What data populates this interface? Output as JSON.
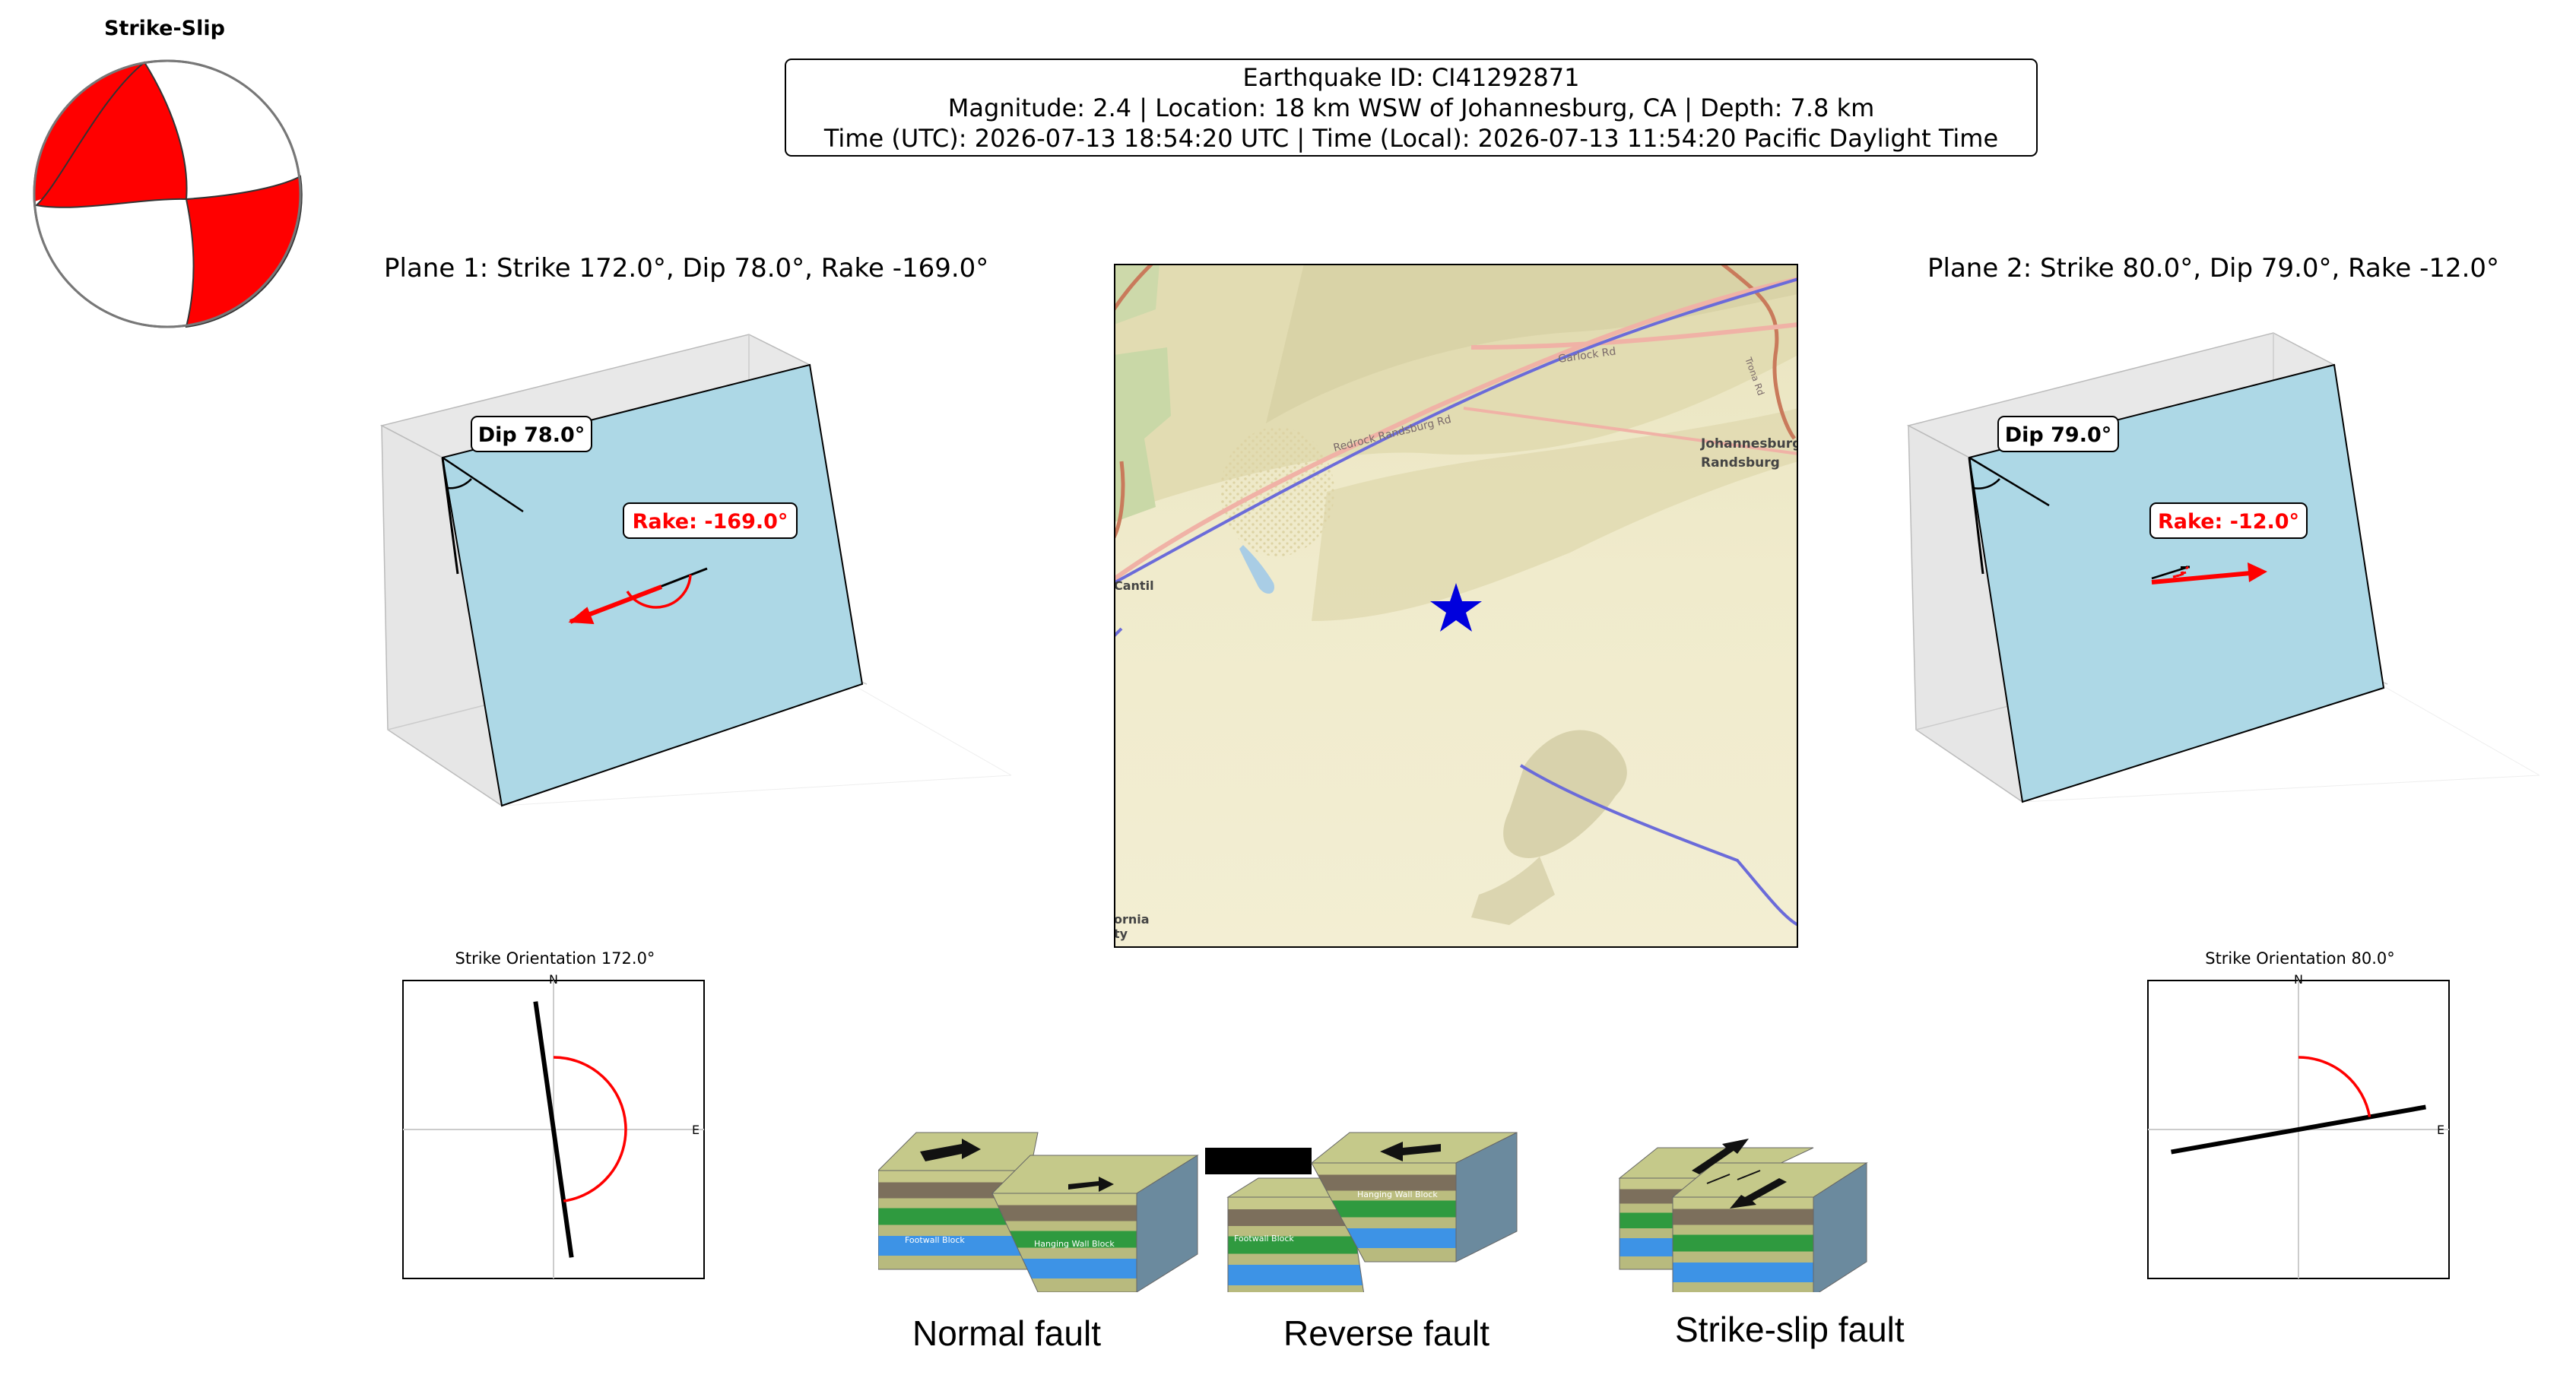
{
  "beachball": {
    "title": "Strike-Slip",
    "fill_color": "#ff0000"
  },
  "info": {
    "line1": "Earthquake ID: CI41292871",
    "line2": "Magnitude: 2.4 | Location: 18 km WSW of Johannesburg, CA | Depth: 7.8 km",
    "line3": "Time (UTC): 2026-07-13 18:54:20 UTC | Time (Local): 2026-07-13 11:54:20 Pacific Daylight Time"
  },
  "plane1": {
    "title": "Plane 1: Strike 172.0°, Dip 78.0°, Rake -169.0°",
    "dip_label": "Dip 78.0°",
    "rake_label": "Rake: -169.0°",
    "strike_title": "Strike Orientation 172.0°",
    "strike_deg": 172.0
  },
  "plane2": {
    "title": "Plane 2: Strike 80.0°, Dip 79.0°, Rake -12.0°",
    "dip_label": "Dip 79.0°",
    "rake_label": "Rake: -12.0°",
    "strike_title": "Strike Orientation 80.0°",
    "strike_deg": 80.0
  },
  "compass": {
    "north": "N",
    "east": "E"
  },
  "map": {
    "roads": [
      "Redrock Randsburg Rd",
      "Garlock Rd",
      "Trona Rd"
    ],
    "places": [
      "Johannesburg",
      "Randsburg",
      "Cantil",
      "ornia",
      "ty"
    ],
    "epicenter_color": "#0000dd"
  },
  "fault_types": {
    "normal": "Normal fault",
    "reverse": "Reverse fault",
    "strike_slip": "Strike-slip fault",
    "footwall": "Footwall Block",
    "hanging_wall": "Hanging Wall Block"
  },
  "colors": {
    "plane_fill": "#add8e6",
    "rake": "#ff0000",
    "box": "#d9d9d9"
  }
}
